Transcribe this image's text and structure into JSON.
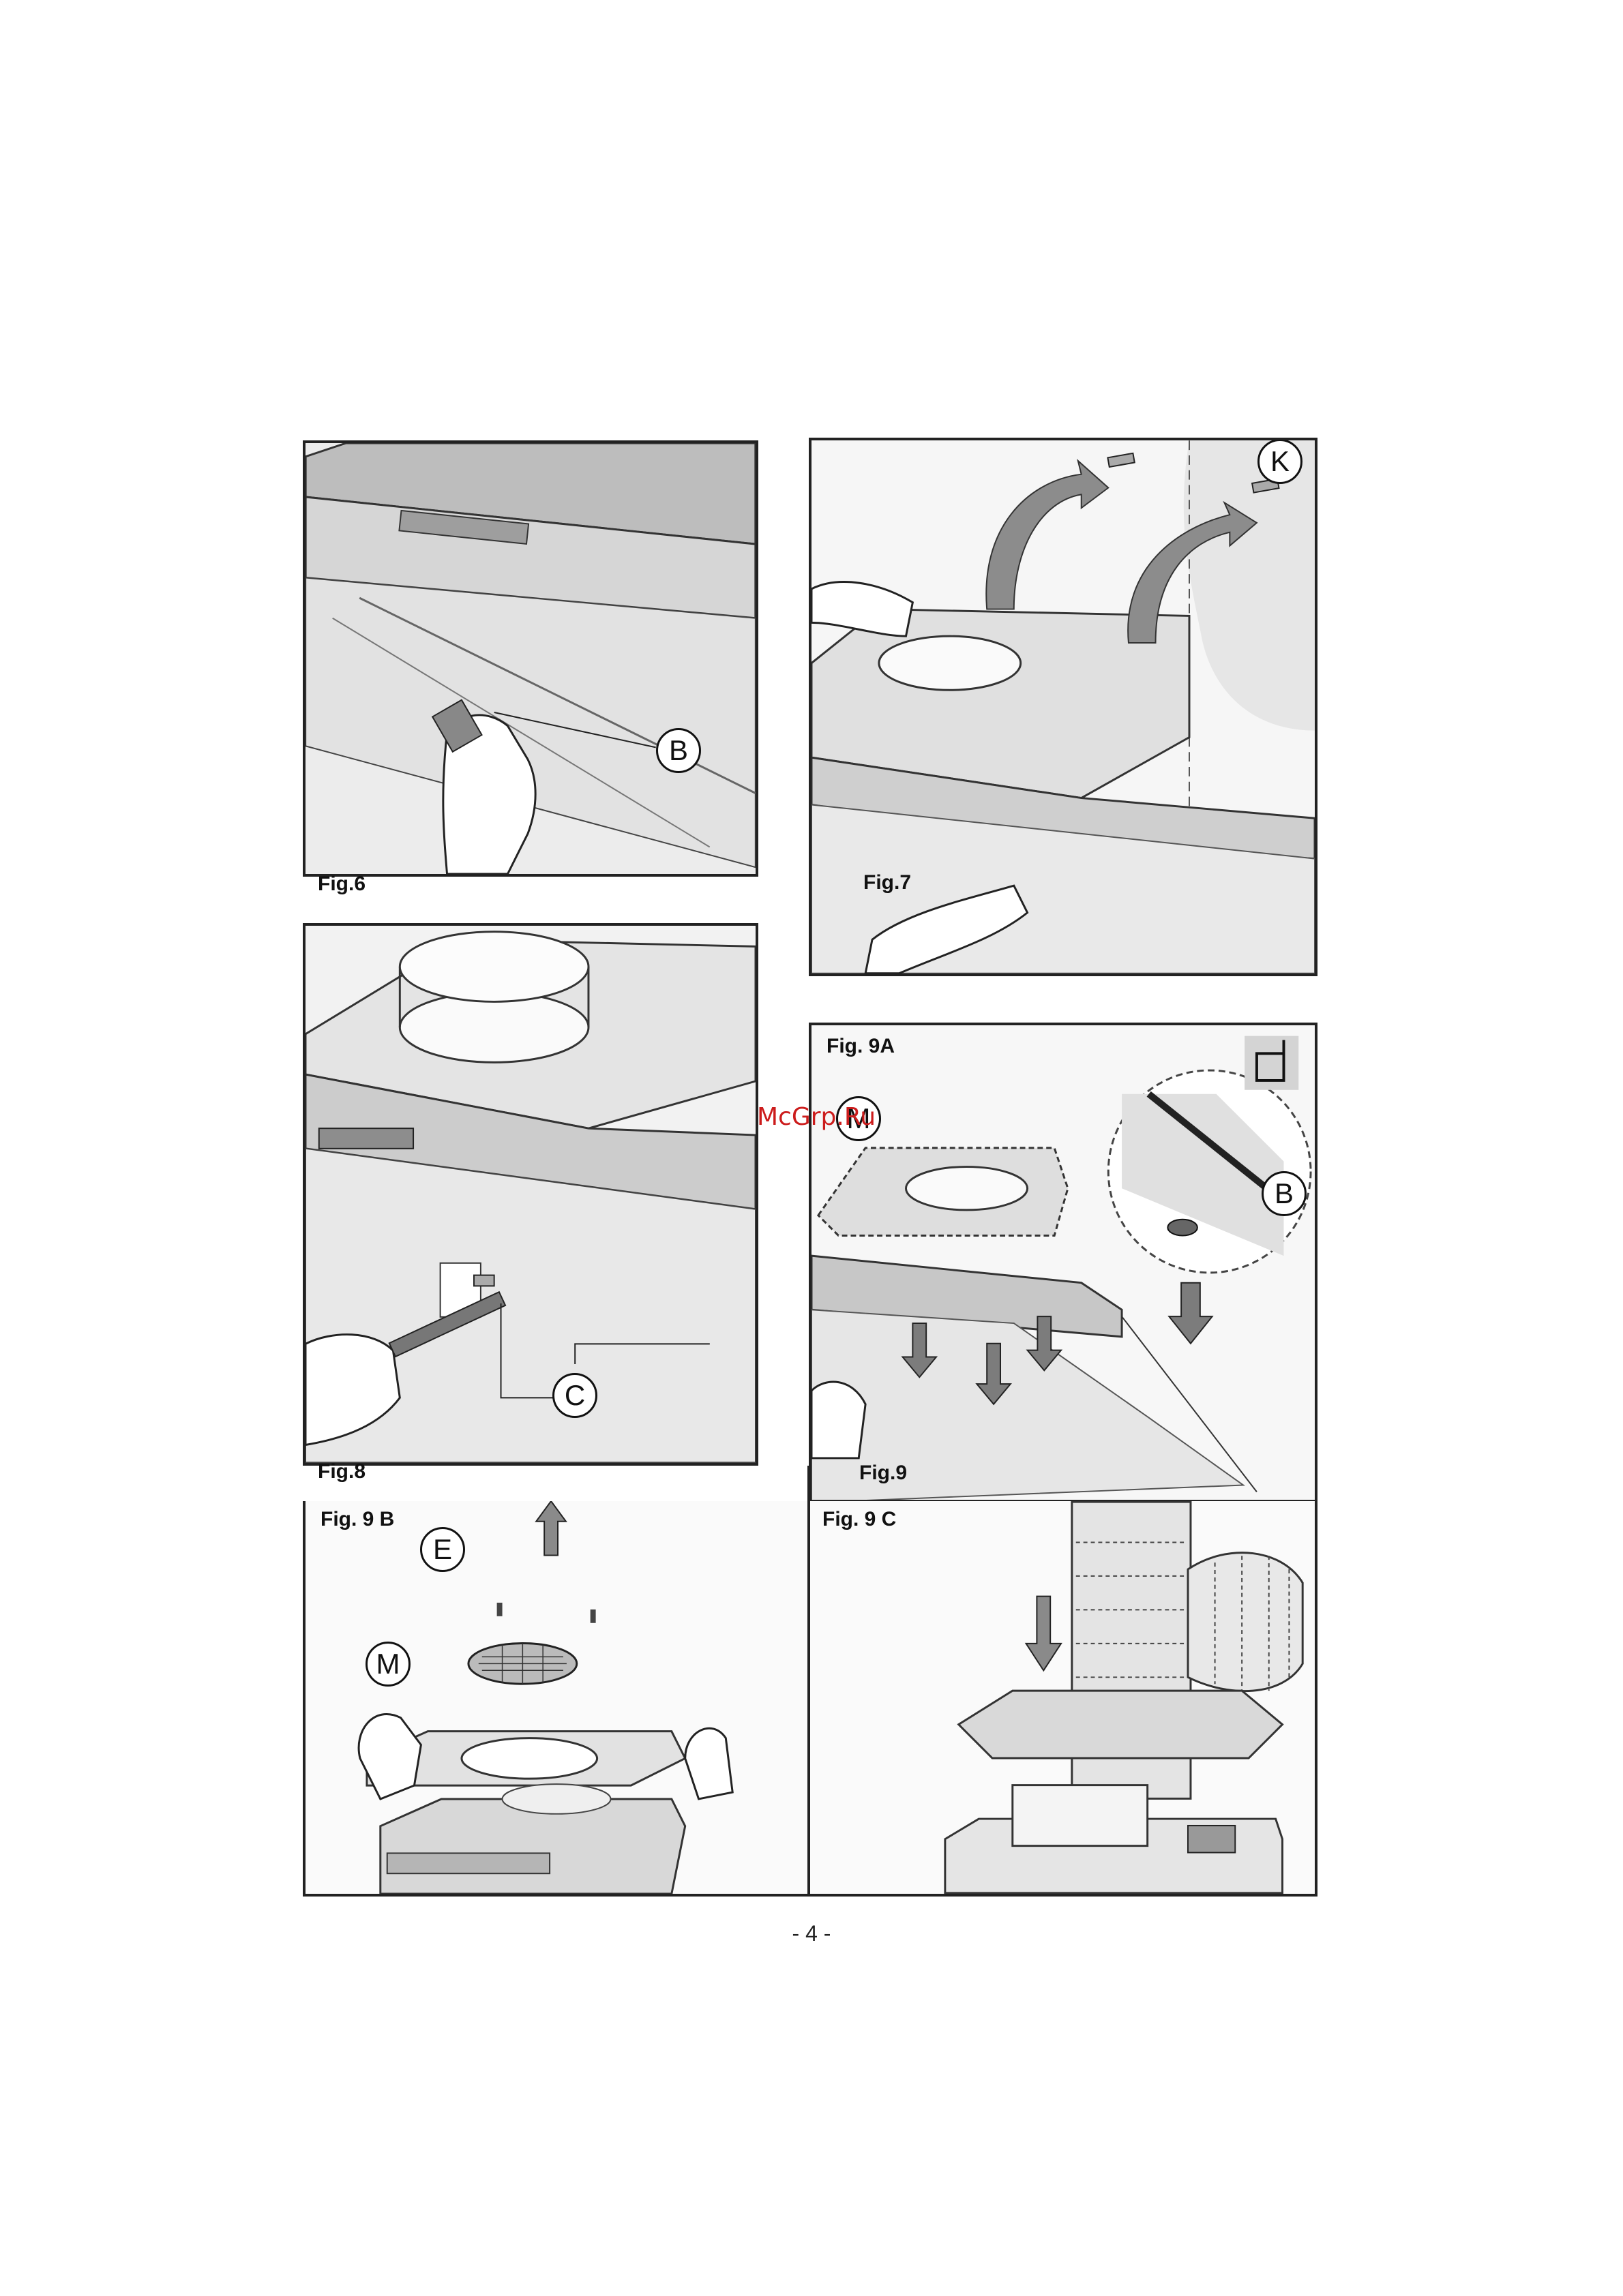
{
  "figures": {
    "fig6": {
      "label": "Fig.6",
      "callouts": [
        "B"
      ]
    },
    "fig7": {
      "label": "Fig.7",
      "callouts": [
        "K"
      ]
    },
    "fig8": {
      "label": "Fig.8",
      "callouts": [
        "C"
      ]
    },
    "fig9a": {
      "label": "Fig. 9A",
      "callouts": [
        "M",
        "B"
      ]
    },
    "fig9": {
      "label": "Fig.9"
    },
    "fig9b": {
      "label": "Fig. 9 B",
      "callouts": [
        "E",
        "M"
      ]
    },
    "fig9c": {
      "label": "Fig. 9 C"
    }
  },
  "watermark": "McGrp.Ru",
  "page_number": "- 4 -",
  "colors": {
    "watermark": "#cc1c1c",
    "line": "#222222",
    "fill": "#dcdcdc"
  },
  "icons": [
    "hand-icon",
    "screw-icon",
    "arrow-icon",
    "duct-ring-icon",
    "filter-grid-icon",
    "vent-mode-icon"
  ]
}
